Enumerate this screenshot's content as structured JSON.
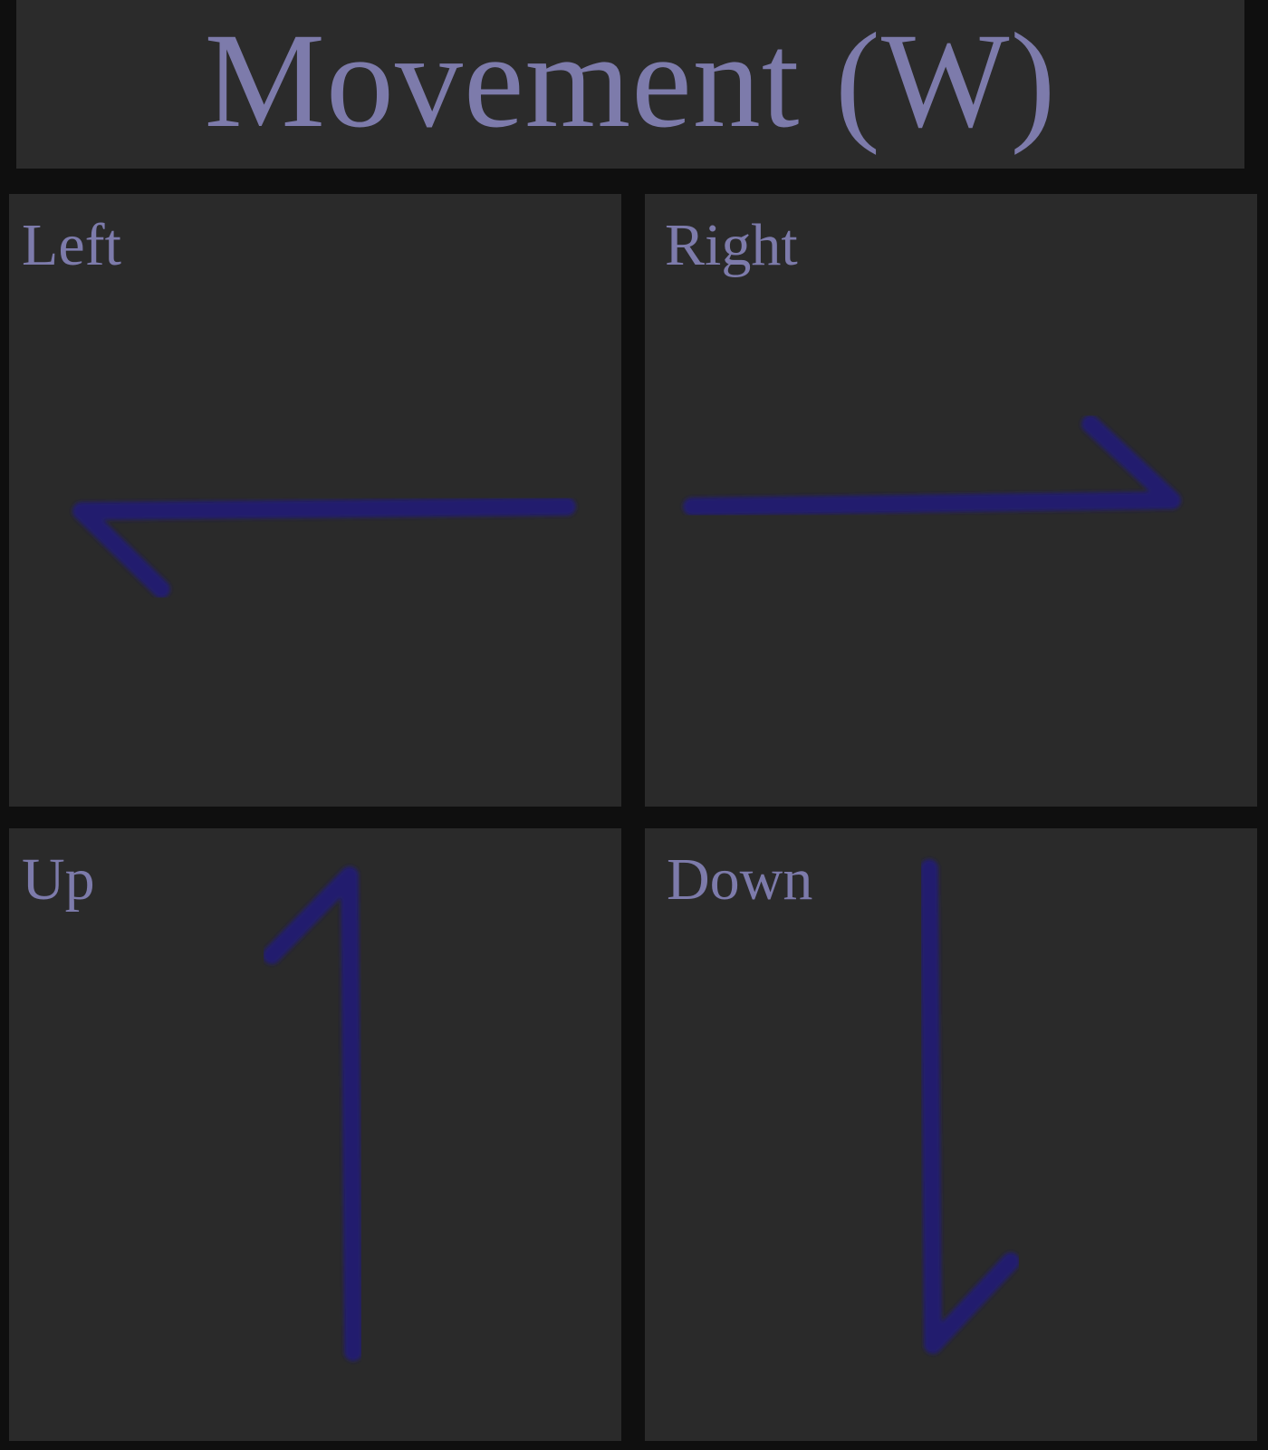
{
  "header": {
    "title": "Movement (W)"
  },
  "cells": {
    "left": {
      "label": "Left",
      "icon": "left-arrow-icon"
    },
    "right": {
      "label": "Right",
      "icon": "right-arrow-icon"
    },
    "up": {
      "label": "Up",
      "icon": "up-arrow-icon"
    },
    "down": {
      "label": "Down",
      "icon": "down-arrow-icon"
    }
  },
  "colors": {
    "background": "#0f0f0f",
    "panel": "#2a2a2a",
    "text": "#7d7bab",
    "stroke": "#241f6e"
  }
}
